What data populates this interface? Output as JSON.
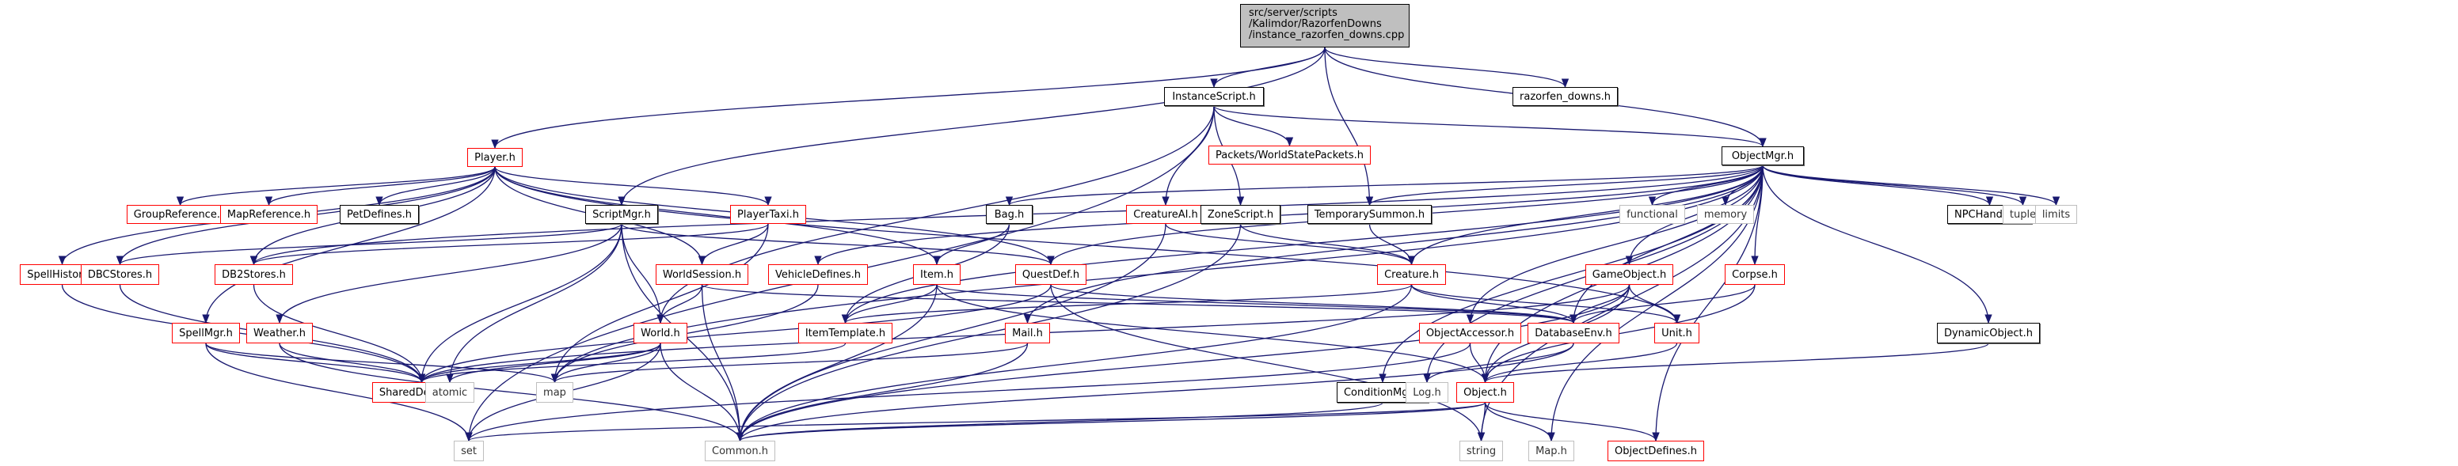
{
  "diagram": {
    "type": "include-dependency-graph",
    "edge_color": "#191970",
    "node_styles": {
      "root": {
        "fill": "#bfbfbf",
        "border": "#000000"
      },
      "documented": {
        "fill": "#ffffff",
        "border": "#000000"
      },
      "truncated": {
        "fill": "#ffffff",
        "border": "#ff0000"
      },
      "external": {
        "fill": "#ffffff",
        "border": "#bfbfbf"
      }
    },
    "nodes": [
      {
        "id": "root",
        "label": "src/server/scripts\n/Kalimdor/RazorfenDowns\n/instance_razorfen_downs.cpp",
        "style": "root"
      },
      {
        "id": "InstanceScript",
        "label": "InstanceScript.h",
        "style": "black"
      },
      {
        "id": "razorfen_downs",
        "label": "razorfen_downs.h",
        "style": "black"
      },
      {
        "id": "Player",
        "label": "Player.h",
        "style": "red"
      },
      {
        "id": "ObjectMgr",
        "label": "ObjectMgr.h",
        "style": "black"
      },
      {
        "id": "GroupReference",
        "label": "GroupReference.h",
        "style": "red"
      },
      {
        "id": "MapReference",
        "label": "MapReference.h",
        "style": "red"
      },
      {
        "id": "PetDefines",
        "label": "PetDefines.h",
        "style": "black"
      },
      {
        "id": "ScriptMgr",
        "label": "ScriptMgr.h",
        "style": "black"
      },
      {
        "id": "PlayerTaxi",
        "label": "PlayerTaxi.h",
        "style": "red"
      },
      {
        "id": "WorldStatePackets",
        "label": "Packets/WorldStatePackets.h",
        "style": "red"
      },
      {
        "id": "Bag",
        "label": "Bag.h",
        "style": "black"
      },
      {
        "id": "CreatureAI",
        "label": "CreatureAI.h",
        "style": "red"
      },
      {
        "id": "ZoneScript",
        "label": "ZoneScript.h",
        "style": "black"
      },
      {
        "id": "TemporarySummon",
        "label": "TemporarySummon.h",
        "style": "black"
      },
      {
        "id": "functional",
        "label": "functional",
        "style": "grey"
      },
      {
        "id": "memory",
        "label": "memory",
        "style": "grey"
      },
      {
        "id": "NPCHandler",
        "label": "NPCHandler.h",
        "style": "black"
      },
      {
        "id": "tuple",
        "label": "tuple",
        "style": "grey"
      },
      {
        "id": "limits",
        "label": "limits",
        "style": "grey"
      },
      {
        "id": "SpellHistory",
        "label": "SpellHistory.h",
        "style": "red"
      },
      {
        "id": "DBCStores",
        "label": "DBCStores.h",
        "style": "red"
      },
      {
        "id": "DB2Stores",
        "label": "DB2Stores.h",
        "style": "red"
      },
      {
        "id": "WorldSession",
        "label": "WorldSession.h",
        "style": "red"
      },
      {
        "id": "VehicleDefines",
        "label": "VehicleDefines.h",
        "style": "red"
      },
      {
        "id": "Item",
        "label": "Item.h",
        "style": "red"
      },
      {
        "id": "QuestDef",
        "label": "QuestDef.h",
        "style": "red"
      },
      {
        "id": "Creature",
        "label": "Creature.h",
        "style": "red"
      },
      {
        "id": "GameObject",
        "label": "GameObject.h",
        "style": "red"
      },
      {
        "id": "Corpse",
        "label": "Corpse.h",
        "style": "red"
      },
      {
        "id": "SpellMgr",
        "label": "SpellMgr.h",
        "style": "red"
      },
      {
        "id": "Weather",
        "label": "Weather.h",
        "style": "red"
      },
      {
        "id": "World",
        "label": "World.h",
        "style": "red"
      },
      {
        "id": "ItemTemplate",
        "label": "ItemTemplate.h",
        "style": "red"
      },
      {
        "id": "Mail",
        "label": "Mail.h",
        "style": "red"
      },
      {
        "id": "ObjectAccessor",
        "label": "ObjectAccessor.h",
        "style": "red"
      },
      {
        "id": "DatabaseEnv",
        "label": "DatabaseEnv.h",
        "style": "red"
      },
      {
        "id": "Unit",
        "label": "Unit.h",
        "style": "red"
      },
      {
        "id": "DynamicObject",
        "label": "DynamicObject.h",
        "style": "black"
      },
      {
        "id": "SharedDefines",
        "label": "SharedDefines.h",
        "style": "red"
      },
      {
        "id": "atomic",
        "label": "atomic",
        "style": "grey"
      },
      {
        "id": "map",
        "label": "map",
        "style": "grey"
      },
      {
        "id": "ConditionMgr",
        "label": "ConditionMgr.h",
        "style": "black"
      },
      {
        "id": "Log",
        "label": "Log.h",
        "style": "grey"
      },
      {
        "id": "Object",
        "label": "Object.h",
        "style": "red"
      },
      {
        "id": "set",
        "label": "set",
        "style": "grey"
      },
      {
        "id": "Common",
        "label": "Common.h",
        "style": "grey"
      },
      {
        "id": "string",
        "label": "string",
        "style": "grey"
      },
      {
        "id": "MapH",
        "label": "Map.h",
        "style": "grey"
      },
      {
        "id": "ObjectDefines",
        "label": "ObjectDefines.h",
        "style": "red"
      }
    ],
    "edges": [
      [
        "root",
        "Player"
      ],
      [
        "root",
        "ScriptMgr"
      ],
      [
        "root",
        "InstanceScript"
      ],
      [
        "root",
        "TemporarySummon"
      ],
      [
        "root",
        "ObjectMgr"
      ],
      [
        "root",
        "razorfen_downs"
      ],
      [
        "InstanceScript",
        "set"
      ],
      [
        "InstanceScript",
        "World"
      ],
      [
        "InstanceScript",
        "CreatureAI"
      ],
      [
        "InstanceScript",
        "ZoneScript"
      ],
      [
        "InstanceScript",
        "WorldStatePackets"
      ],
      [
        "InstanceScript",
        "ObjectMgr"
      ],
      [
        "Player",
        "GroupReference"
      ],
      [
        "Player",
        "MapReference"
      ],
      [
        "Player",
        "PetDefines"
      ],
      [
        "Player",
        "PlayerTaxi"
      ],
      [
        "Player",
        "SpellHistory"
      ],
      [
        "Player",
        "DBCStores"
      ],
      [
        "Player",
        "DB2Stores"
      ],
      [
        "Player",
        "SpellMgr"
      ],
      [
        "Player",
        "WorldSession"
      ],
      [
        "Player",
        "Item"
      ],
      [
        "Player",
        "QuestDef"
      ],
      [
        "Player",
        "Unit"
      ],
      [
        "ScriptMgr",
        "DBCStores"
      ],
      [
        "ScriptMgr",
        "Weather"
      ],
      [
        "ScriptMgr",
        "World"
      ],
      [
        "ScriptMgr",
        "QuestDef"
      ],
      [
        "ScriptMgr",
        "SharedDefines"
      ],
      [
        "ScriptMgr",
        "atomic"
      ],
      [
        "ScriptMgr",
        "Common"
      ],
      [
        "PlayerTaxi",
        "DB2Stores"
      ],
      [
        "PlayerTaxi",
        "WorldSession"
      ],
      [
        "PlayerTaxi",
        "map"
      ],
      [
        "ObjectMgr",
        "DB2Stores"
      ],
      [
        "ObjectMgr",
        "Bag"
      ],
      [
        "ObjectMgr",
        "VehicleDefines"
      ],
      [
        "ObjectMgr",
        "ItemTemplate"
      ],
      [
        "ObjectMgr",
        "QuestDef"
      ],
      [
        "ObjectMgr",
        "Creature"
      ],
      [
        "ObjectMgr",
        "TemporarySummon"
      ],
      [
        "ObjectMgr",
        "functional"
      ],
      [
        "ObjectMgr",
        "memory"
      ],
      [
        "ObjectMgr",
        "NPCHandler"
      ],
      [
        "ObjectMgr",
        "tuple"
      ],
      [
        "ObjectMgr",
        "limits"
      ],
      [
        "ObjectMgr",
        "GameObject"
      ],
      [
        "ObjectMgr",
        "Corpse"
      ],
      [
        "ObjectMgr",
        "ObjectAccessor"
      ],
      [
        "ObjectMgr",
        "DatabaseEnv"
      ],
      [
        "ObjectMgr",
        "Mail"
      ],
      [
        "ObjectMgr",
        "ConditionMgr"
      ],
      [
        "ObjectMgr",
        "DynamicObject"
      ],
      [
        "ObjectMgr",
        "Log"
      ],
      [
        "ObjectMgr",
        "Object"
      ],
      [
        "ObjectMgr",
        "map"
      ],
      [
        "ObjectMgr",
        "string"
      ],
      [
        "ObjectMgr",
        "MapH"
      ],
      [
        "ObjectMgr",
        "ObjectDefines"
      ],
      [
        "Bag",
        "Item"
      ],
      [
        "Bag",
        "ItemTemplate"
      ],
      [
        "CreatureAI",
        "Creature"
      ],
      [
        "CreatureAI",
        "Common"
      ],
      [
        "ZoneScript",
        "Creature"
      ],
      [
        "ZoneScript",
        "Common"
      ],
      [
        "TemporarySummon",
        "Creature"
      ],
      [
        "SpellHistory",
        "SharedDefines"
      ],
      [
        "DBCStores",
        "SharedDefines"
      ],
      [
        "DB2Stores",
        "SharedDefines"
      ],
      [
        "WorldSession",
        "World"
      ],
      [
        "WorldSession",
        "DatabaseEnv"
      ],
      [
        "WorldSession",
        "Common"
      ],
      [
        "VehicleDefines",
        "map"
      ],
      [
        "Item",
        "ItemTemplate"
      ],
      [
        "Item",
        "DatabaseEnv"
      ],
      [
        "Item",
        "Object"
      ],
      [
        "Item",
        "Common"
      ],
      [
        "QuestDef",
        "DatabaseEnv"
      ],
      [
        "QuestDef",
        "SharedDefines"
      ],
      [
        "QuestDef",
        "string"
      ],
      [
        "Creature",
        "DatabaseEnv"
      ],
      [
        "Creature",
        "Unit"
      ],
      [
        "Creature",
        "ItemTemplate"
      ],
      [
        "Creature",
        "Common"
      ],
      [
        "GameObject",
        "DatabaseEnv"
      ],
      [
        "GameObject",
        "Unit"
      ],
      [
        "GameObject",
        "Object"
      ],
      [
        "GameObject",
        "SharedDefines"
      ],
      [
        "GameObject",
        "Common"
      ],
      [
        "Corpse",
        "DatabaseEnv"
      ],
      [
        "Corpse",
        "Object"
      ],
      [
        "SpellMgr",
        "SharedDefines"
      ],
      [
        "SpellMgr",
        "set"
      ],
      [
        "SpellMgr",
        "map"
      ],
      [
        "Weather",
        "SharedDefines"
      ],
      [
        "Weather",
        "Common"
      ],
      [
        "World",
        "SharedDefines"
      ],
      [
        "World",
        "atomic"
      ],
      [
        "World",
        "map"
      ],
      [
        "World",
        "set"
      ],
      [
        "World",
        "Common"
      ],
      [
        "ItemTemplate",
        "SharedDefines"
      ],
      [
        "Mail",
        "map"
      ],
      [
        "Mail",
        "Common"
      ],
      [
        "ObjectAccessor",
        "Object"
      ],
      [
        "ObjectAccessor",
        "set"
      ],
      [
        "DatabaseEnv",
        "Log"
      ],
      [
        "DatabaseEnv",
        "Common"
      ],
      [
        "Unit",
        "Object"
      ],
      [
        "DynamicObject",
        "Object"
      ],
      [
        "ConditionMgr",
        "Common"
      ],
      [
        "Object",
        "Common"
      ],
      [
        "Object",
        "string"
      ],
      [
        "Object",
        "MapH"
      ],
      [
        "Object",
        "ObjectDefines"
      ],
      [
        "Object",
        "set"
      ]
    ]
  }
}
